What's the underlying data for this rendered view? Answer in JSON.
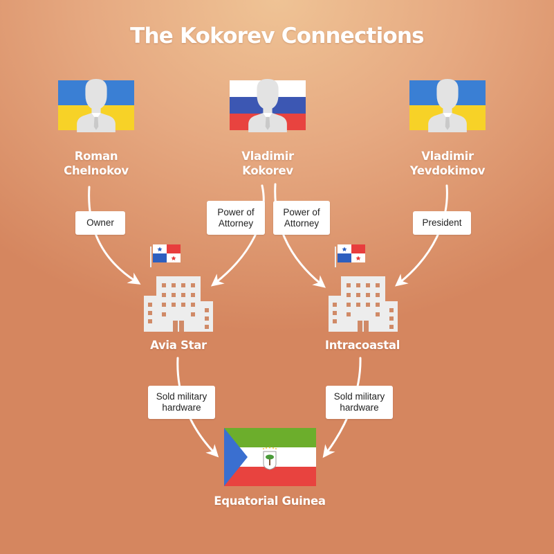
{
  "title": "The Kokorev Connections",
  "people": [
    {
      "id": "chelnokov",
      "name_line1": "Roman",
      "name_line2": "Chelnokov",
      "flag": "ukraine"
    },
    {
      "id": "kokorev",
      "name_line1": "Vladimir",
      "name_line2": "Kokorev",
      "flag": "russia"
    },
    {
      "id": "yevdokimov",
      "name_line1": "Vladimir",
      "name_line2": "Yevdokimov",
      "flag": "ukraine"
    }
  ],
  "companies": [
    {
      "id": "avia-star",
      "name": "Avia Star",
      "flag": "panama"
    },
    {
      "id": "intracoastal",
      "name": "Intracoastal",
      "flag": "panama"
    }
  ],
  "country": {
    "name": "Equatorial Guinea",
    "flag": "equatorial-guinea"
  },
  "relations": {
    "owner": {
      "line1": "Owner"
    },
    "poa_left": {
      "line1": "Power of",
      "line2": "Attorney"
    },
    "poa_right": {
      "line1": "Power of",
      "line2": "Attorney"
    },
    "president": {
      "line1": "President"
    },
    "sold_left": {
      "line1": "Sold military",
      "line2": "hardware"
    },
    "sold_right": {
      "line1": "Sold military",
      "line2": "hardware"
    }
  },
  "colors": {
    "ukraine_blue": "#3a7fd4",
    "ukraine_yellow": "#f7d227",
    "russia_white": "#ffffff",
    "russia_blue": "#3c57b3",
    "russia_red": "#e8433f",
    "panama_red": "#e83d3d",
    "panama_blue": "#2d5fbf",
    "eqg_green": "#6cae2c",
    "eqg_white": "#ffffff",
    "eqg_red": "#e8433f",
    "eqg_blue": "#3a6fd0",
    "silhouette": "#e3e3e3",
    "building": "#ededed",
    "arrow": "#ffffff"
  }
}
